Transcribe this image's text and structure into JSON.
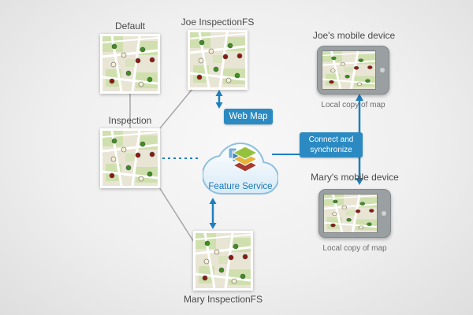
{
  "colors": {
    "accent_blue": "#1e7fbe",
    "badge_blue": "#2b8ac2",
    "connector_gray": "#a6a6a6",
    "label_gray": "#4a4a4a",
    "caption_gray": "#6f6f6f"
  },
  "icons": {
    "cloud": "feature-service-cloud-icon",
    "layers": "layers-stack-icon",
    "map": "map-thumbnail",
    "tablet": "tablet-device-icon"
  },
  "nodes": {
    "default_map": {
      "label": "Default"
    },
    "joe_fs": {
      "label": "Joe InspectionFS"
    },
    "inspection": {
      "label": "Inspection"
    },
    "mary_fs": {
      "label": "Mary InspectionFS"
    },
    "web_map": {
      "label": "Web Map"
    },
    "feature_service": {
      "label": "Feature Service"
    },
    "joe_device": {
      "title": "Joe's mobile device",
      "caption": "Local copy of map"
    },
    "mary_device": {
      "title": "Mary's mobile device",
      "caption": "Local copy of map"
    }
  },
  "edges": {
    "connect": {
      "label": "Connect and synchronize"
    }
  }
}
